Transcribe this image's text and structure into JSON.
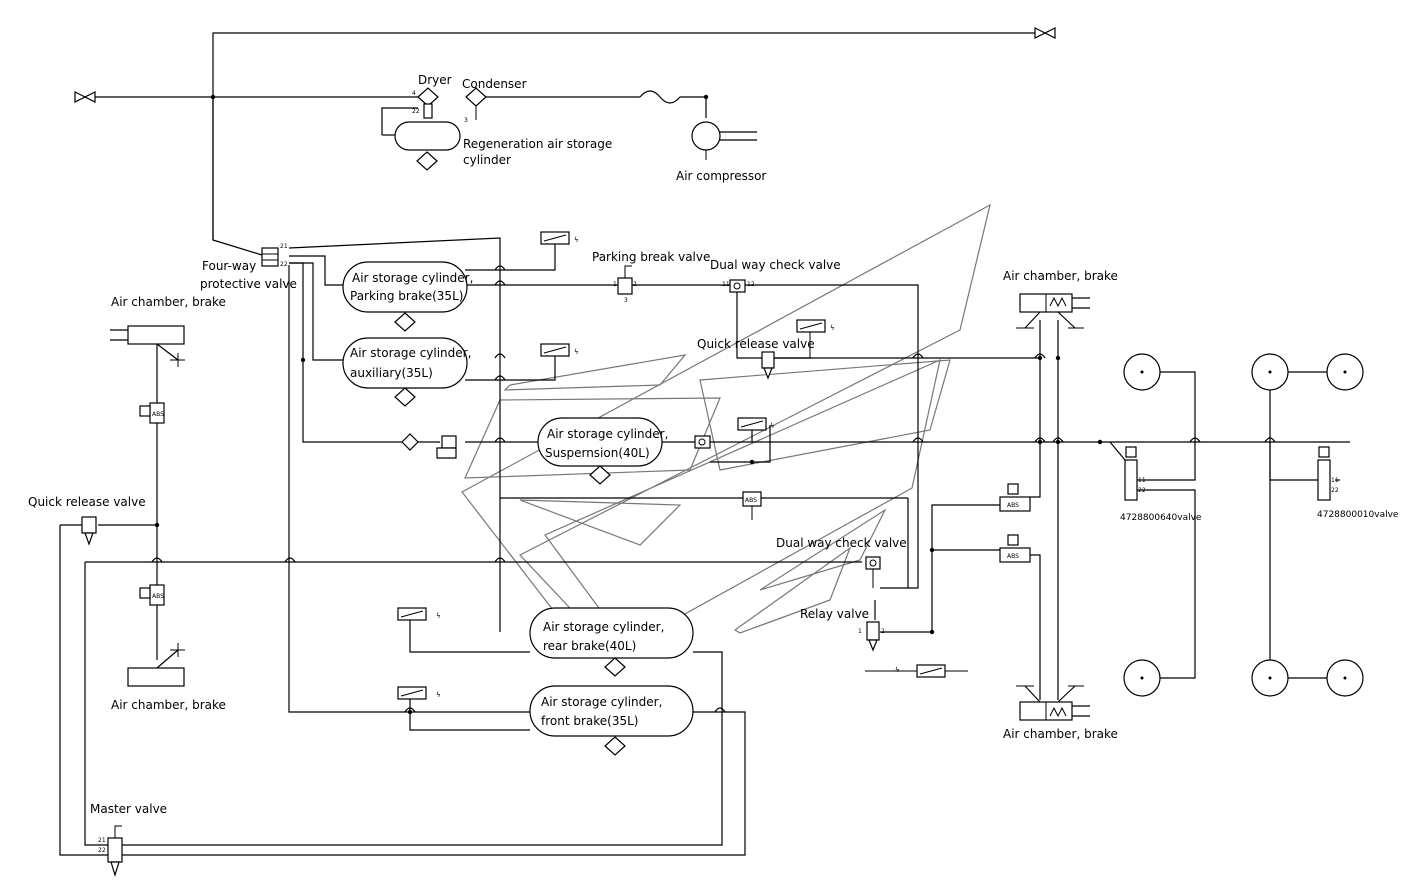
{
  "labels": {
    "dryer": "Dryer",
    "condenser": "Condenser",
    "regeneration_cylinder_line1": "Regeneration air storage",
    "regeneration_cylinder_line2": "cylinder",
    "air_compressor": "Air compressor",
    "four_way_line1": "Four-way",
    "four_way_line2": "protective valve",
    "parking_brake_valve": "Parking break valve",
    "dual_way_check_valve_top": "Dual way check valve",
    "dual_way_check_valve_bottom": "Dual way check valve",
    "air_chamber_brake_top_left": "Air chamber, brake",
    "air_chamber_brake_bottom_left": "Air chamber, brake",
    "air_chamber_brake_top_right": "Air chamber, brake",
    "air_chamber_brake_bottom_right": "Air chamber, brake",
    "quick_release_valve_left": "Quick release valve",
    "quick_release_valve_center": "Quick release valve",
    "relay_valve": "Relay valve",
    "master_valve": "Master valve",
    "valve_4728": "4728800010valve",
    "valve_4728_left": "4728800640valve"
  },
  "cylinders": {
    "parking_line1": "Air storage cylinder,",
    "parking_line2": "Parking brake(35L)",
    "auxiliary_line1": "Air storage cylinder,",
    "auxiliary_line2": "auxiliary(35L)",
    "suspension_line1": "Air storage cylinder,",
    "suspension_line2": "Suspernsion(40L)",
    "rear_line1": "Air storage cylinder,",
    "rear_line2": "rear brake(40L)",
    "front_line1": "Air storage cylinder,",
    "front_line2": "front brake(35L)"
  },
  "abs_label": "ABS",
  "colors": {
    "line": "#000000",
    "watermark": "#777777",
    "background": "#ffffff"
  }
}
